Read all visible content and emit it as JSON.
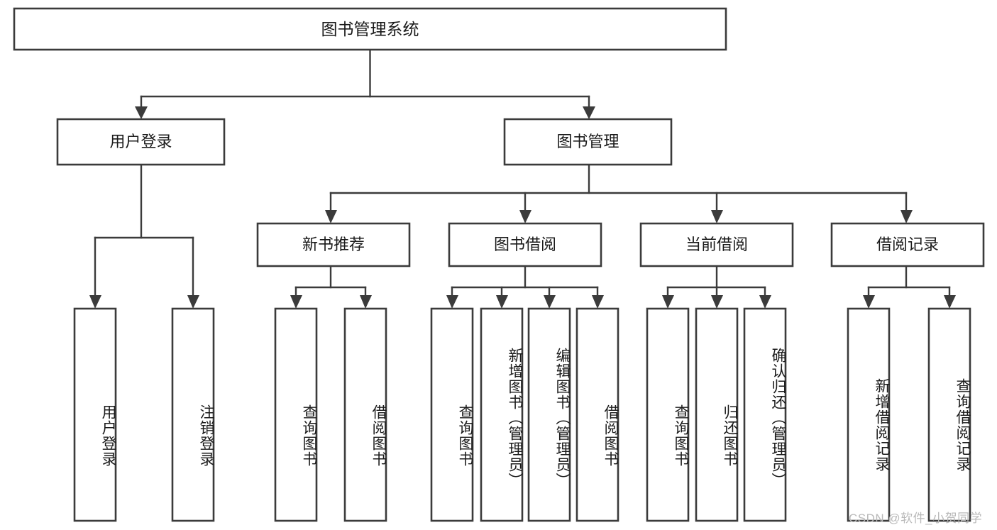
{
  "diagram": {
    "type": "tree",
    "title": "图书管理系统",
    "root": {
      "label": "图书管理系统"
    },
    "level2": [
      {
        "label": "用户登录"
      },
      {
        "label": "图书管理"
      }
    ],
    "level3": [
      {
        "label": "新书推荐"
      },
      {
        "label": "图书借阅"
      },
      {
        "label": "当前借阅"
      },
      {
        "label": "借阅记录"
      }
    ],
    "leaves": {
      "user_login": [
        {
          "label": "用户登录"
        },
        {
          "label": "注销登录"
        }
      ],
      "new_book": [
        {
          "label": "查询图书"
        },
        {
          "label": "借阅图书"
        }
      ],
      "book_borrow": [
        {
          "label": "查询图书"
        },
        {
          "label": "新增图书（管理员）"
        },
        {
          "label": "编辑图书（管理员）"
        },
        {
          "label": "借阅图书"
        }
      ],
      "current_borrow": [
        {
          "label": "查询图书"
        },
        {
          "label": "归还图书"
        },
        {
          "label": "确认归还（管理员）"
        }
      ],
      "borrow_record": [
        {
          "label": "新增借阅记录"
        },
        {
          "label": "查询借阅记录"
        }
      ]
    }
  },
  "watermark": {
    "text": "CSDN @软件_小贺同学"
  },
  "colors": {
    "stroke": "#3b3b3b",
    "fill": "#ffffff",
    "text": "#1a1a1a",
    "watermark": "#b9b9b9"
  }
}
